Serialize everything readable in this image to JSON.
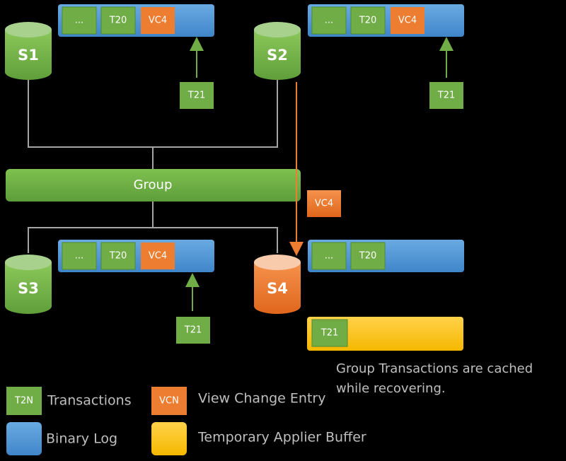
{
  "servers": {
    "s1": "S1",
    "s2": "S2",
    "s3": "S3",
    "s4": "S4"
  },
  "group_label": "Group",
  "binlog_entries": {
    "ellipsis": "...",
    "t20": "T20",
    "vc4": "VC4"
  },
  "incoming_transaction": "T21",
  "view_change_in_transit": "VC4",
  "buffer_entry": "T21",
  "note": {
    "line1": "Group Transactions are cached",
    "line2": "while recovering."
  },
  "legend": {
    "transactions_swatch": "T2N",
    "transactions_label": "Transactions",
    "view_change_swatch": "VCN",
    "view_change_label": "View Change Entry",
    "binary_log_label": "Binary Log",
    "buffer_label": "Temporary Applier Buffer"
  },
  "colors": {
    "green": "#70ad47",
    "green_dark": "#4e8a2e",
    "orange": "#ed7d31",
    "orange_light": "#f4b183",
    "blue": "#5b9bd5",
    "yellow": "#ffc000",
    "line": "#a6a6a6"
  }
}
